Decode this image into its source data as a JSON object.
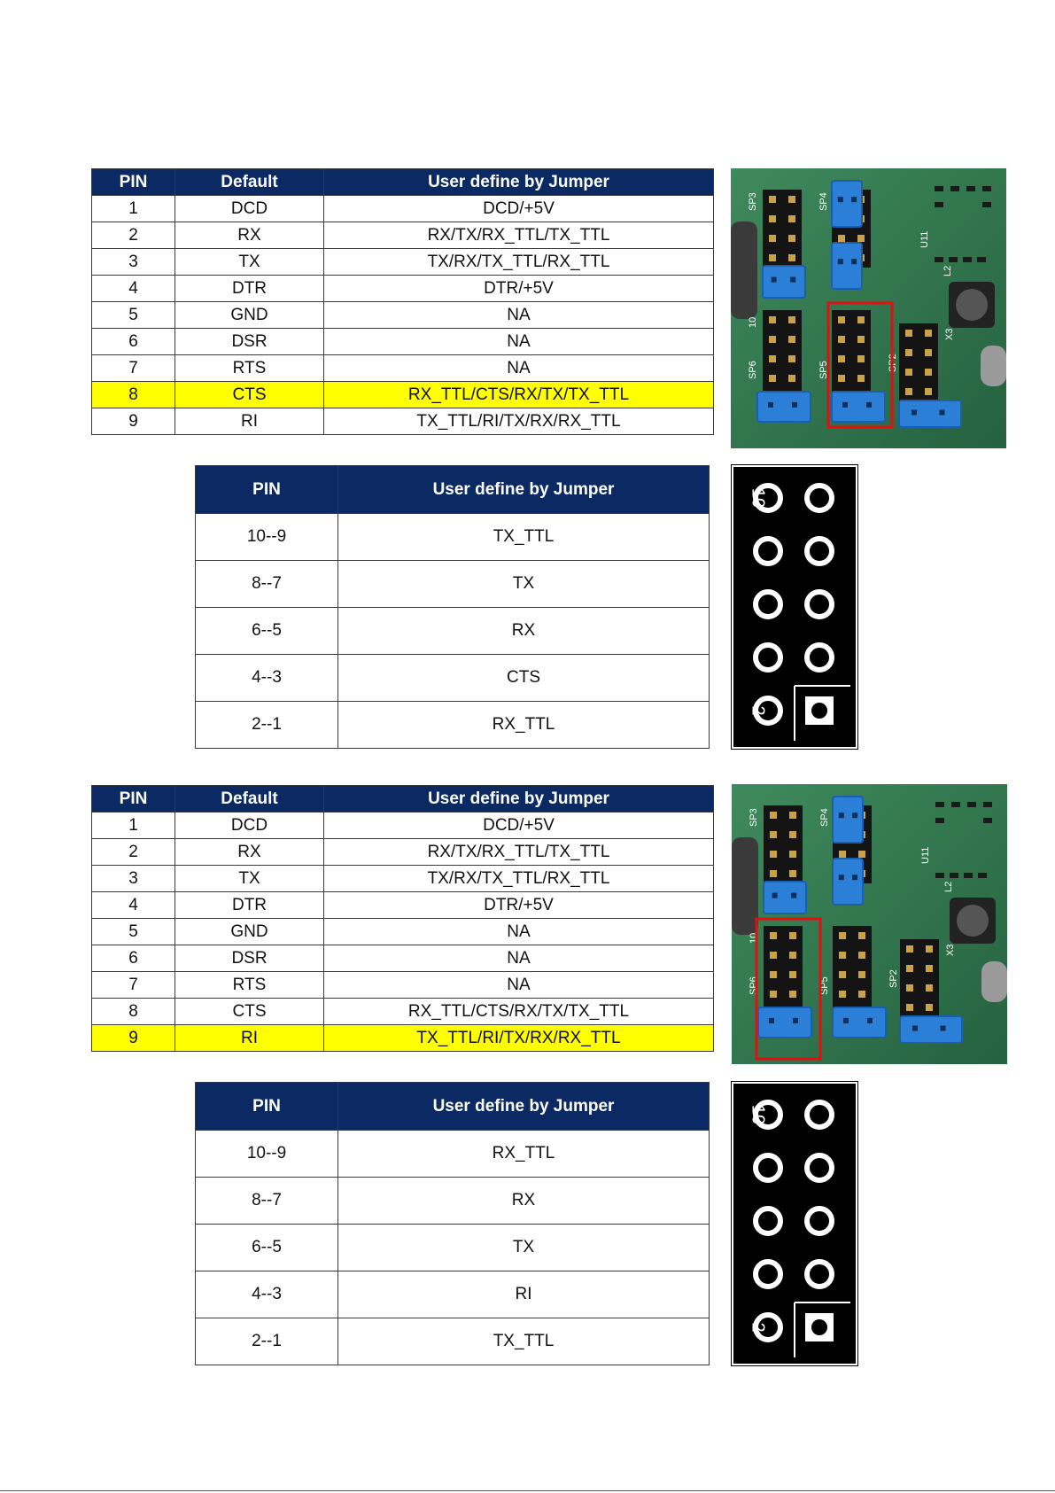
{
  "sections": [
    {
      "config_table": {
        "headers": [
          "PIN",
          "Default",
          "User define by Jumper"
        ],
        "rows": [
          [
            "1",
            "DCD",
            "DCD/+5V"
          ],
          [
            "2",
            "RX",
            "RX/TX/RX_TTL/TX_TTL"
          ],
          [
            "3",
            "TX",
            "TX/RX/TX_TTL/RX_TTL"
          ],
          [
            "4",
            "DTR",
            "DTR/+5V"
          ],
          [
            "5",
            "GND",
            "NA"
          ],
          [
            "6",
            "DSR",
            "NA"
          ],
          [
            "7",
            "RTS",
            "NA"
          ],
          [
            "8",
            "CTS",
            "RX_TTL/CTS/RX/TX/TX_TTL"
          ],
          [
            "9",
            "RI",
            "TX_TTL/RI/TX/RX/RX_TTL"
          ]
        ],
        "highlight_pin": "8",
        "highlight_color": "#ffff00"
      },
      "jumper_table": {
        "headers": [
          "PIN",
          "User define by Jumper"
        ],
        "rows": [
          [
            "10--9",
            "TX_TTL"
          ],
          [
            "8--7",
            "TX"
          ],
          [
            "6--5",
            "RX"
          ],
          [
            "4--3",
            "CTS"
          ],
          [
            "2--1",
            "RX_TTL"
          ]
        ]
      },
      "pinout": {
        "label_top": "10",
        "label_bottom": "2"
      },
      "photo": {
        "labels": [
          "SP3",
          "SP4",
          "SP6",
          "SP5",
          "SP2",
          "U11",
          "L2",
          "X3",
          "10"
        ],
        "highlighted_header": "SP2"
      }
    },
    {
      "config_table": {
        "headers": [
          "PIN",
          "Default",
          "User define by Jumper"
        ],
        "rows": [
          [
            "1",
            "DCD",
            "DCD/+5V"
          ],
          [
            "2",
            "RX",
            "RX/TX/RX_TTL/TX_TTL"
          ],
          [
            "3",
            "TX",
            "TX/RX/TX_TTL/RX_TTL"
          ],
          [
            "4",
            "DTR",
            "DTR/+5V"
          ],
          [
            "5",
            "GND",
            "NA"
          ],
          [
            "6",
            "DSR",
            "NA"
          ],
          [
            "7",
            "RTS",
            "NA"
          ],
          [
            "8",
            "CTS",
            "RX_TTL/CTS/RX/TX/TX_TTL"
          ],
          [
            "9",
            "RI",
            "TX_TTL/RI/TX/RX/RX_TTL"
          ]
        ],
        "highlight_pin": "9",
        "highlight_color": "#ffff00"
      },
      "jumper_table": {
        "headers": [
          "PIN",
          "User define by Jumper"
        ],
        "rows": [
          [
            "10--9",
            "RX_TTL"
          ],
          [
            "8--7",
            "RX"
          ],
          [
            "6--5",
            "TX"
          ],
          [
            "4--3",
            "RI"
          ],
          [
            "2--1",
            "TX_TTL"
          ]
        ]
      },
      "pinout": {
        "label_top": "10",
        "label_bottom": "2"
      },
      "photo": {
        "labels": [
          "SP3",
          "SP4",
          "SP6",
          "SP5",
          "SP2",
          "U11",
          "L2",
          "X3",
          "10"
        ],
        "highlighted_header": "SP6"
      }
    }
  ],
  "colors": {
    "header_bg": "#0b2a63",
    "header_text": "#ffffff",
    "pcb_green": "#2f7a50",
    "jumper_blue": "#2b7fd6",
    "marker_red": "#e01010"
  }
}
